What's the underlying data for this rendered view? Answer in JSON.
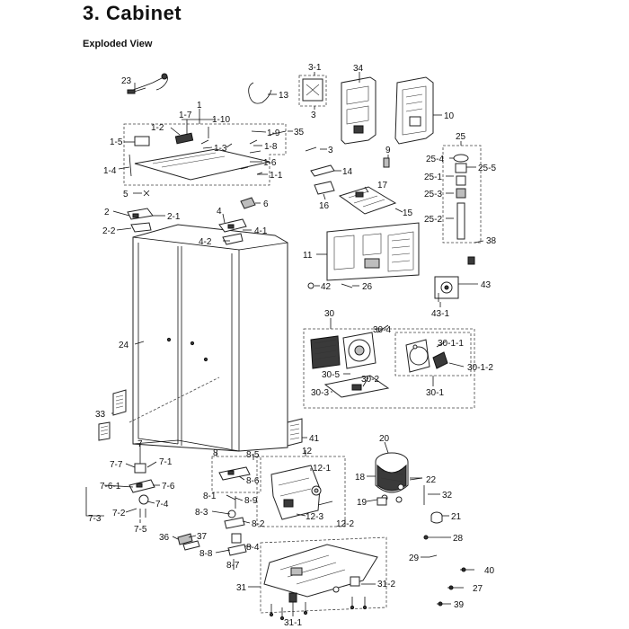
{
  "header": {
    "title": "3.  Cabinet",
    "subtitle": "Exploded View"
  },
  "diagram": {
    "labels": [
      "23",
      "13",
      "3-1",
      "3",
      "34",
      "10",
      "1",
      "1-7",
      "1-10",
      "1-2",
      "1-5",
      "1-3",
      "1-9",
      "35",
      "1-8",
      "3",
      "9",
      "1-6",
      "1-4",
      "1-1",
      "25",
      "25-4",
      "25-5",
      "25-1",
      "25-3",
      "25-2",
      "14",
      "17",
      "16",
      "15",
      "5",
      "6",
      "2",
      "2-1",
      "4",
      "2-2",
      "4-1",
      "4-2",
      "38",
      "11",
      "42",
      "26",
      "43",
      "43-1",
      "24",
      "30",
      "30-4",
      "30-1-1",
      "30-1-2",
      "30-5",
      "30-2",
      "30-1",
      "30-3",
      "33",
      "41",
      "20",
      "7",
      "8",
      "8-5",
      "12",
      "12-1",
      "7-7",
      "7-1",
      "8-6",
      "18",
      "22",
      "7-6-1",
      "7-6",
      "8-1",
      "8-9",
      "12-3",
      "12-2",
      "19",
      "32",
      "7-3",
      "7-2",
      "7-4",
      "8-3",
      "8-2",
      "21",
      "7-5",
      "36",
      "37",
      "8-8",
      "8-4",
      "28",
      "8-7",
      "29",
      "40",
      "31",
      "31-2",
      "27",
      "39",
      "31-1"
    ]
  }
}
